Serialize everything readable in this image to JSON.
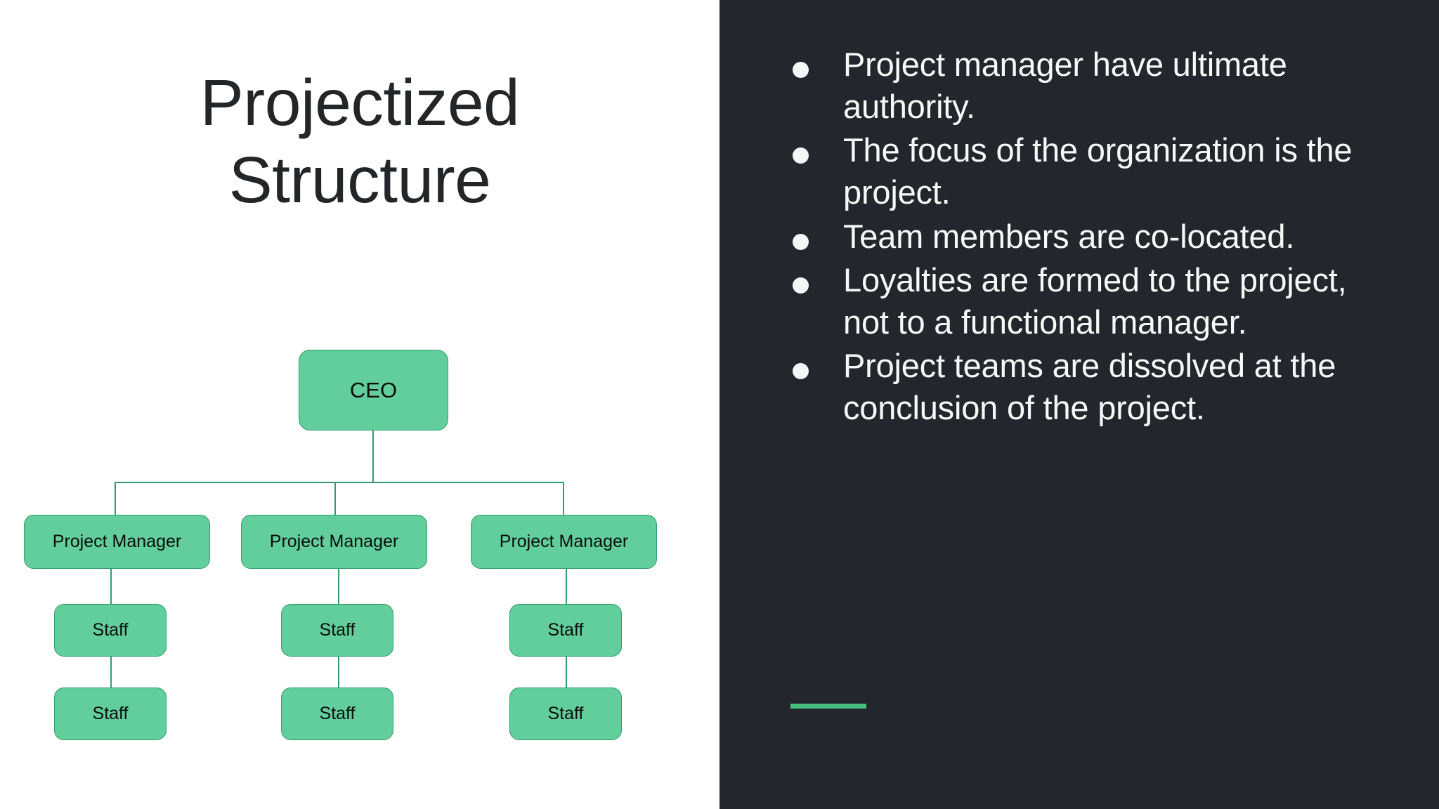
{
  "slide": {
    "title_lines": [
      "Projectized",
      "Structure"
    ],
    "title_full": "Projectized Structure"
  },
  "colors": {
    "node_fill": "#62CE9B",
    "node_border": "#2F9E6C",
    "connector": "#2F9E6C",
    "left_background": "#FFFFFF",
    "right_background": "#23272D",
    "bullet_text": "#F7F8F8",
    "accent_bar": "#45BE7E",
    "title_text": "#222629"
  },
  "org_chart": {
    "ceo": {
      "label": "CEO"
    },
    "project_managers": [
      {
        "label": "Project Manager"
      },
      {
        "label": "Project Manager"
      },
      {
        "label": "Project Manager"
      }
    ],
    "staff_rows": [
      [
        {
          "label": "Staff"
        },
        {
          "label": "Staff"
        },
        {
          "label": "Staff"
        }
      ],
      [
        {
          "label": "Staff"
        },
        {
          "label": "Staff"
        },
        {
          "label": "Staff"
        }
      ]
    ]
  },
  "bullets": [
    {
      "text": "Project manager have ultimate authority."
    },
    {
      "text": "The focus of the organization is the project."
    },
    {
      "text": "Team members are co-located."
    },
    {
      "text": "Loyalties are formed to the project, not to a functional manager."
    },
    {
      "text": "Project teams are dissolved at the conclusion of the project."
    }
  ]
}
